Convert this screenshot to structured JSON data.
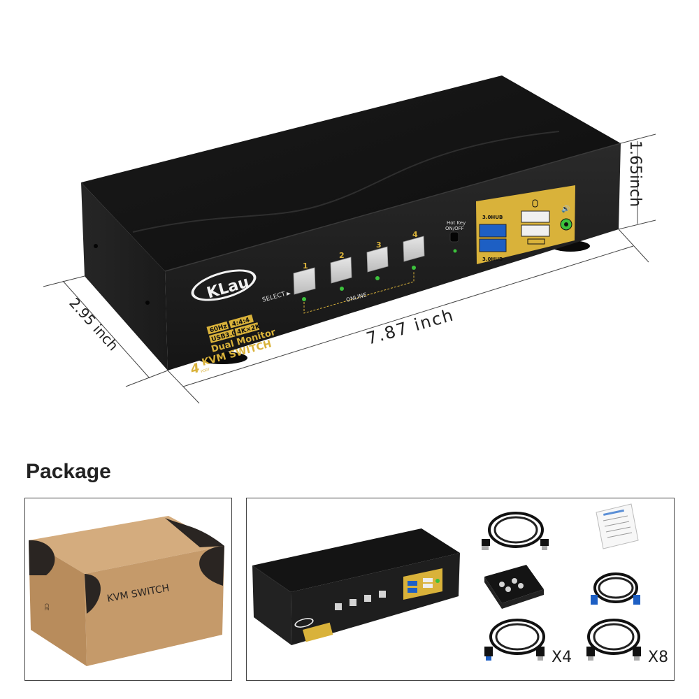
{
  "brand": "KLau",
  "product": {
    "label_line1a": "60Hz",
    "label_line1b": "4:4:4",
    "label_line2a": "USB3.0",
    "label_line2b": "4K×2K",
    "label_line3": "Dual Monitor",
    "label_line4": "KVM SWITCH",
    "port_badge": "4",
    "port_word": "PORT",
    "select_label": "SELECT",
    "online_label": "ONLINE",
    "buttons": [
      "1",
      "2",
      "3",
      "4"
    ],
    "hotkey_label_1": "Hot Key",
    "hotkey_label_2": "ON/OFF",
    "hub_top": "3.0HUB",
    "hub_bottom": "3.0HUB"
  },
  "dimensions": {
    "height": "1.65inch",
    "depth": "2.95 inch",
    "width": "7.87 inch"
  },
  "package": {
    "title": "Package",
    "box_label": "KVM SWITCH",
    "usb_cable_qty": "X4",
    "hdmi_cable_qty": "X8"
  },
  "colors": {
    "device_body": "#1c1c1c",
    "device_top": "#151515",
    "panel_gold": "#d9b23a",
    "button_gray": "#d4d4d4",
    "led_green": "#3cc23c",
    "cardboard": "#c49a6c"
  }
}
